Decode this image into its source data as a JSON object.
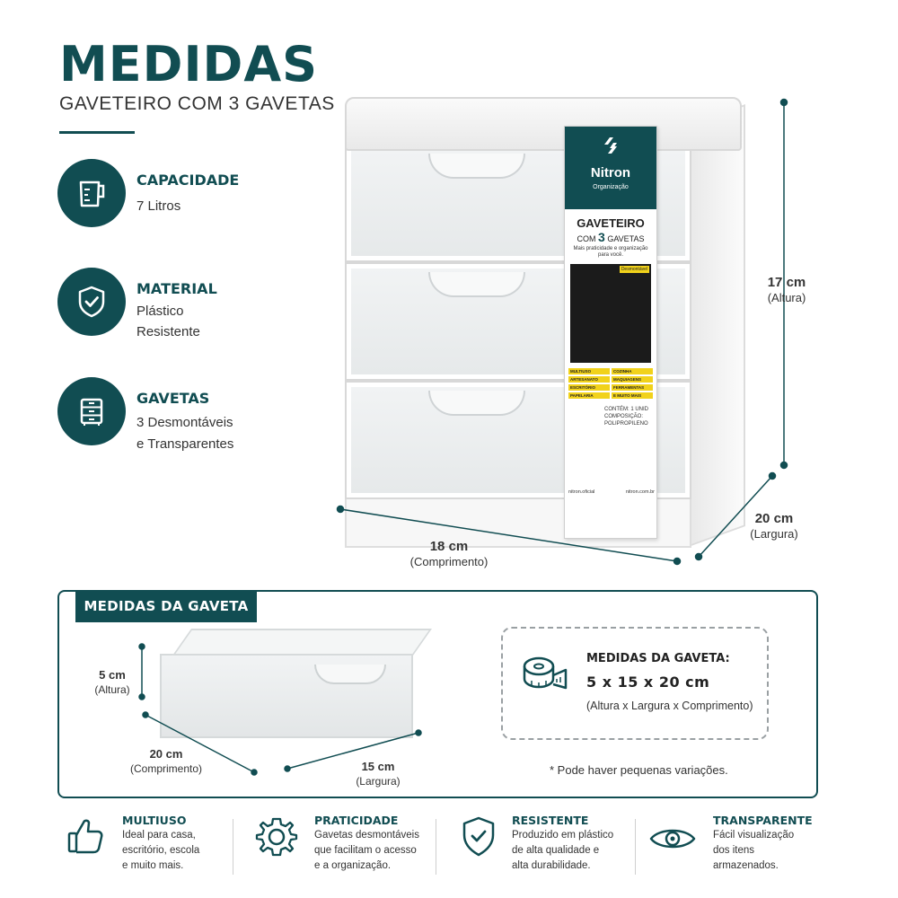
{
  "header": {
    "title": "MEDIDAS",
    "subtitle": "GAVETEIRO COM 3 GAVETAS"
  },
  "features": [
    {
      "icon": "measuring-cup-icon",
      "title": "CAPACIDADE",
      "lines": [
        "7 Litros"
      ]
    },
    {
      "icon": "shield-check-icon",
      "title": "MATERIAL",
      "lines": [
        "Plástico",
        "Resistente"
      ]
    },
    {
      "icon": "drawers-icon",
      "title": "GAVETAS",
      "lines": [
        "3 Desmontáveis",
        "e Transparentes"
      ]
    }
  ],
  "product_label": {
    "brand": "Nitron",
    "org": "Organização",
    "title_1": "GAVETEIRO",
    "title_2_pre": "COM",
    "title_2_num": "3",
    "title_2_post": "GAVETAS",
    "tagline": "Mais praticidade e organização para você.",
    "tag": "Desmontável",
    "uses": [
      "MULTIUSO",
      "COZINHA",
      "ARTESANATO",
      "MAQUIAGENS",
      "ESCRITÓRIO",
      "FERRAMENTAS",
      "PAPELARIA",
      "E MUITO MAIS"
    ],
    "meta": [
      "CONTÉM: 1 UNID",
      "COMPOSIÇÃO:",
      "POLIPROPILENO"
    ],
    "social": "nitron.oficial",
    "site": "nitron.com.br"
  },
  "dimensions": {
    "height": {
      "value": "17 cm",
      "label": "(Altura)"
    },
    "width": {
      "value": "20 cm",
      "label": "(Largura)"
    },
    "length": {
      "value": "18 cm",
      "label": "(Comprimento)"
    }
  },
  "drawer_section": {
    "tab": "MEDIDAS DA GAVETA",
    "height": {
      "value": "5 cm",
      "label": "(Altura)"
    },
    "length": {
      "value": "20 cm",
      "label": "(Comprimento)"
    },
    "width": {
      "value": "15 cm",
      "label": "(Largura)"
    },
    "info_title": "MEDIDAS DA GAVETA:",
    "info_value": "5 x 15 x 20 cm",
    "info_legend": "(Altura x Largura x Comprimento)",
    "note": "* Pode haver pequenas variações."
  },
  "footer": [
    {
      "icon": "thumbs-up-icon",
      "title": "MULTIUSO",
      "lines": [
        "Ideal para casa,",
        "escritório, escola",
        "e muito mais."
      ]
    },
    {
      "icon": "gear-icon",
      "title": "PRATICIDADE",
      "lines": [
        "Gavetas desmontáveis",
        "que facilitam o acesso",
        "e a organização."
      ]
    },
    {
      "icon": "shield-check-icon",
      "title": "RESISTENTE",
      "lines": [
        "Produzido em plástico",
        "de alta qualidade e",
        "alta durabilidade."
      ]
    },
    {
      "icon": "eye-icon",
      "title": "TRANSPARENTE",
      "lines": [
        "Fácil visualização",
        "dos itens",
        "armazenados."
      ]
    }
  ],
  "colors": {
    "primary": "#114d52",
    "label_yellow": "#f1d21b"
  }
}
